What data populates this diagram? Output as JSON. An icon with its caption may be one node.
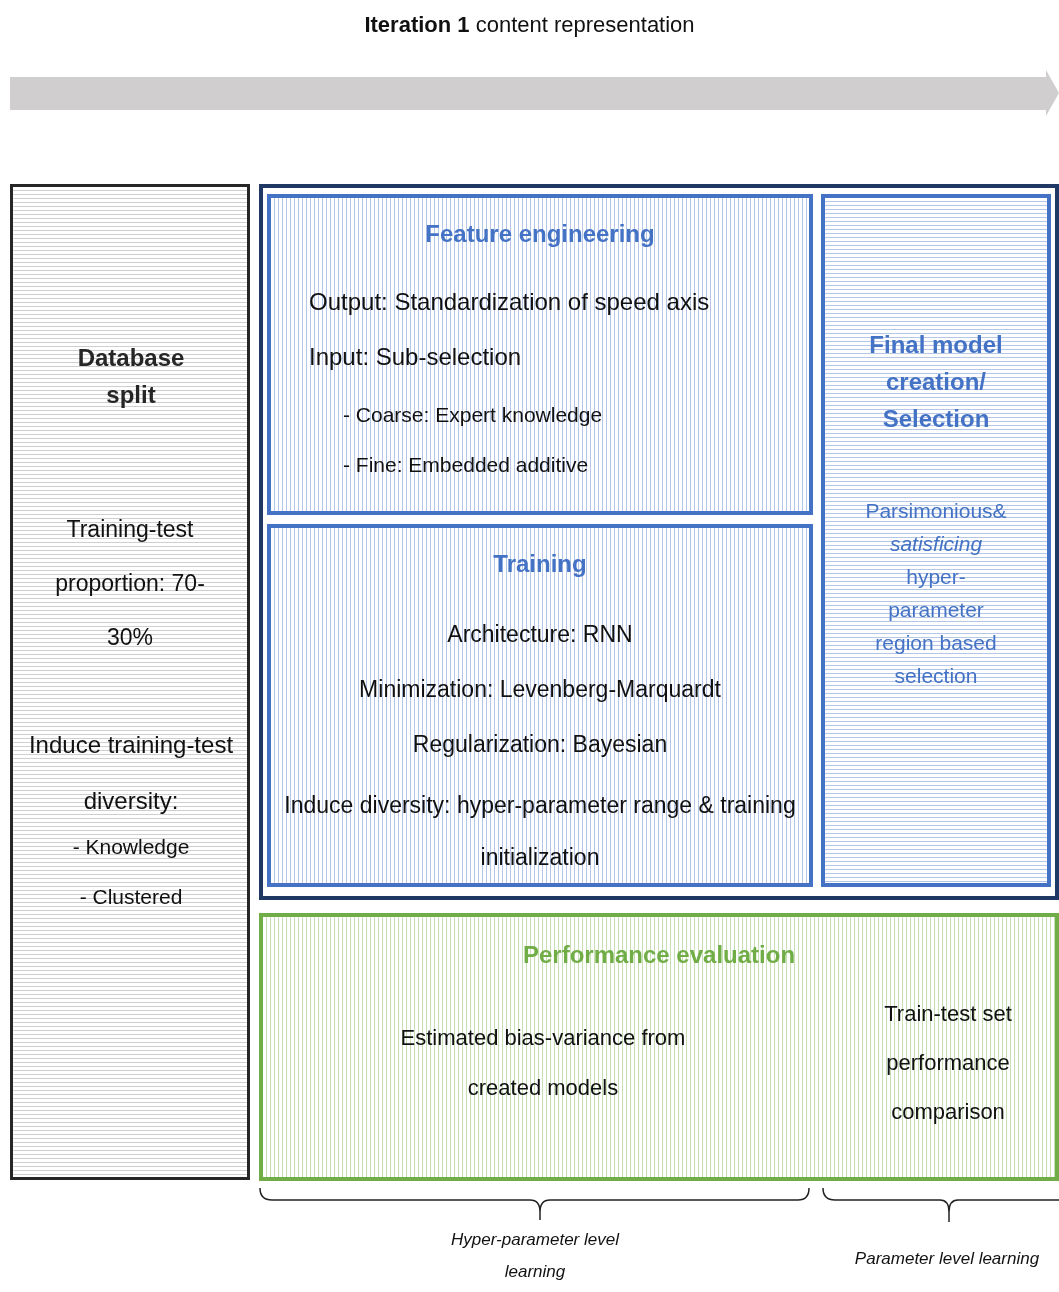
{
  "diagram": {
    "title": "**Iteration 1** content representation",
    "nodes": [
      {
        "text": [
          "Database split",
          "Training-test proportion: 70-30%",
          "Induce training-test diversity:",
          "- Knowledge",
          "- Clustered"
        ]
      },
      {
        "text": [],
        "shape": "box"
      },
      {
        "text": [
          "Feature engineering",
          "Output: Standardization of speed axis",
          "Input: Sub-selection",
          "- Coarse: Expert knowledge",
          "- Fine: Embedded additive"
        ],
        "in": 1
      },
      {
        "text": [
          "Training",
          "Architecture: RNN",
          "Minimization: Levenberg-Marquardt",
          "Regularization: Bayesian",
          "Induce diversity: hyper-parameter range & training initialization"
        ],
        "in": 1
      },
      {
        "text": [
          "Final model creation/ Selection",
          "Parsimonious& *satisficing* hyper-parameter region based selection"
        ],
        "in": 1
      },
      {
        "text": [
          "Performance evaluation",
          "Estimated bias-variance from created models",
          "Train-test set performance comparison"
        ]
      }
    ],
    "labels": [
      "Hyper-parameter level learning",
      "Parameter level learning"
    ]
  }
}
